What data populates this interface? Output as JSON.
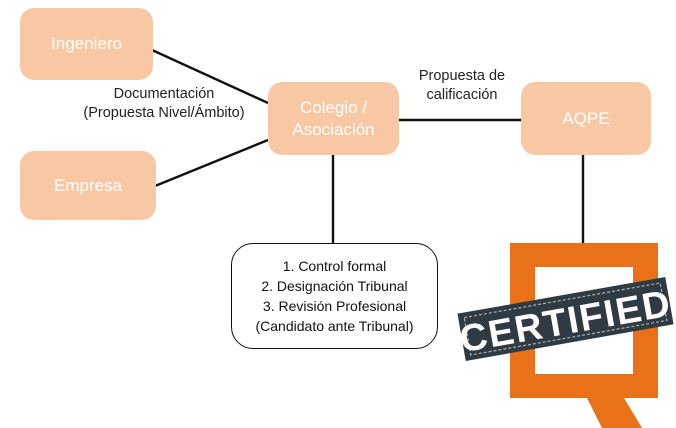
{
  "nodes": {
    "ingeniero": "Ingeniero",
    "empresa": "Empresa",
    "colegio_line1": "Colegio /",
    "colegio_line2": "Asociación",
    "aqpe": "AQPE"
  },
  "labels": {
    "documentacion_line1": "Documentación",
    "documentacion_line2": "(Propuesta Nivel/Ámbito)",
    "propuesta_line1": "Propuesta de",
    "propuesta_line2": "calificación"
  },
  "steps": [
    "1. Control formal",
    "2. Designación Tribunal",
    "3. Revisión Profesional",
    "(Candidato ante Tribunal)"
  ],
  "logo": {
    "stamp_text": "CERTIFIED",
    "brand_color": "#e8711a",
    "stamp_color": "#2f3a43"
  },
  "colors": {
    "node_fill": "#f8c8a4",
    "node_text": "#ffffff",
    "connector": "#111111"
  }
}
